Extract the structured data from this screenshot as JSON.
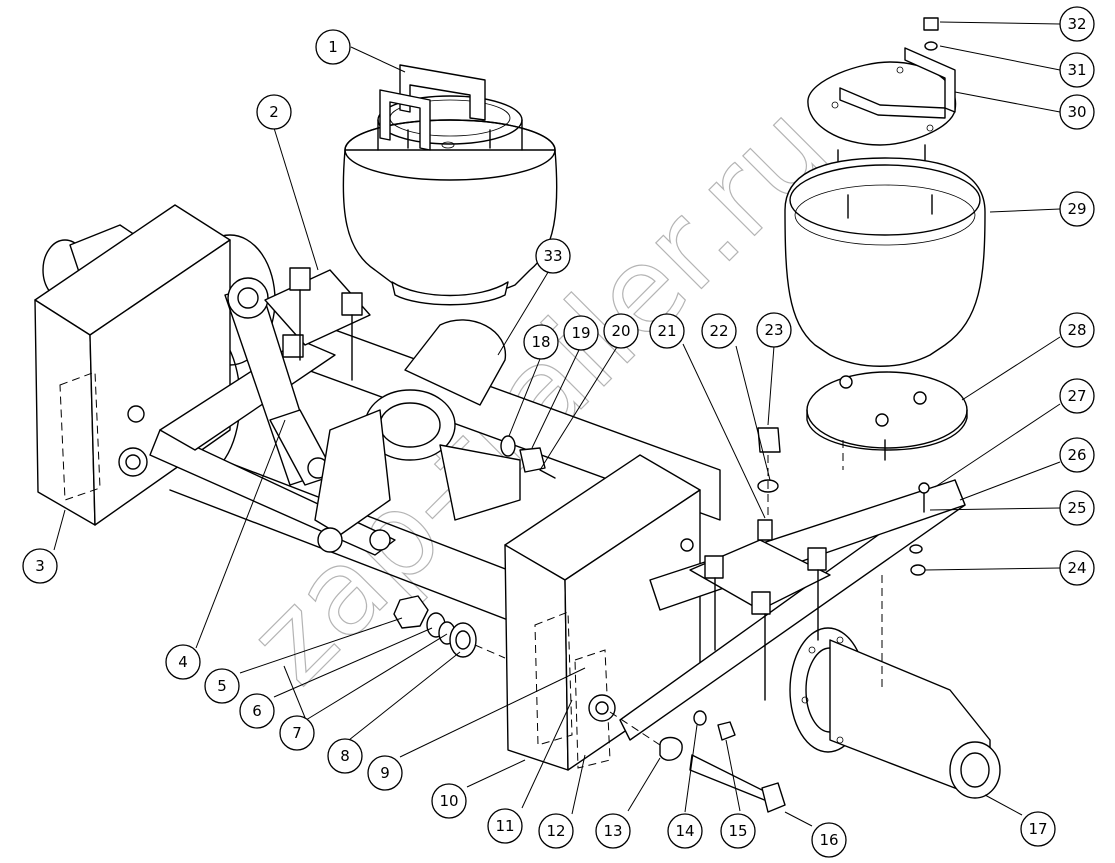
{
  "watermark": "zap-trailer.ru",
  "callouts": [
    {
      "id": "1",
      "label": "1"
    },
    {
      "id": "2",
      "label": "2"
    },
    {
      "id": "3",
      "label": "3"
    },
    {
      "id": "4",
      "label": "4"
    },
    {
      "id": "5",
      "label": "5"
    },
    {
      "id": "6",
      "label": "6"
    },
    {
      "id": "7",
      "label": "7"
    },
    {
      "id": "8",
      "label": "8"
    },
    {
      "id": "9",
      "label": "9"
    },
    {
      "id": "10",
      "label": "10"
    },
    {
      "id": "11",
      "label": "11"
    },
    {
      "id": "12",
      "label": "12"
    },
    {
      "id": "13",
      "label": "13"
    },
    {
      "id": "14",
      "label": "14"
    },
    {
      "id": "15",
      "label": "15"
    },
    {
      "id": "16",
      "label": "16"
    },
    {
      "id": "17",
      "label": "17"
    },
    {
      "id": "18",
      "label": "18"
    },
    {
      "id": "19",
      "label": "19"
    },
    {
      "id": "20",
      "label": "20"
    },
    {
      "id": "21",
      "label": "21"
    },
    {
      "id": "22",
      "label": "22"
    },
    {
      "id": "23",
      "label": "23"
    },
    {
      "id": "24",
      "label": "24"
    },
    {
      "id": "25",
      "label": "25"
    },
    {
      "id": "26",
      "label": "26"
    },
    {
      "id": "27",
      "label": "27"
    },
    {
      "id": "28",
      "label": "28"
    },
    {
      "id": "29",
      "label": "29"
    },
    {
      "id": "30",
      "label": "30"
    },
    {
      "id": "31",
      "label": "31"
    },
    {
      "id": "32",
      "label": "32"
    },
    {
      "id": "33",
      "label": "33"
    }
  ]
}
